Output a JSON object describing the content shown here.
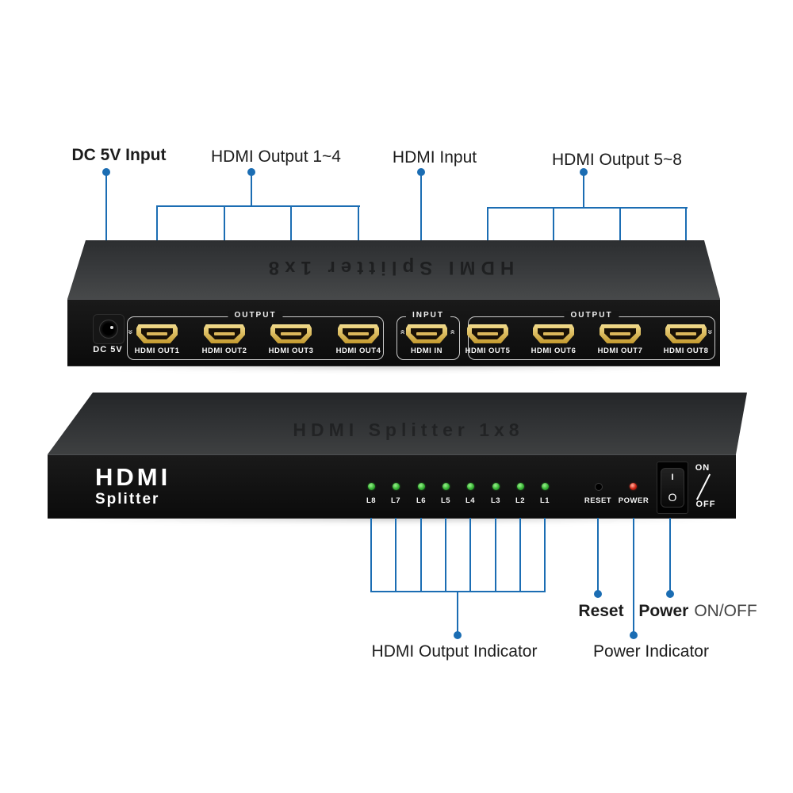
{
  "callouts": {
    "dc_input": "DC 5V Input",
    "hdmi_output_1_4": "HDMI Output 1~4",
    "hdmi_input": "HDMI Input",
    "hdmi_output_5_8": "HDMI Output 5~8",
    "hdmi_output_indicator": "HDMI Output Indicator",
    "reset": "Reset",
    "power": "Power",
    "power_on_off": "ON/OFF",
    "power_indicator": "Power Indicator"
  },
  "back_panel": {
    "top_text": "HDMI Splitter 1x8",
    "dc_label": "DC 5V",
    "output_group_1": {
      "title": "OUTPUT",
      "ports": [
        "HDMI OUT1",
        "HDMI OUT2",
        "HDMI OUT3",
        "HDMI OUT4"
      ]
    },
    "input_group": {
      "title": "INPUT",
      "port": "HDMI IN"
    },
    "output_group_2": {
      "title": "OUTPUT",
      "ports": [
        "HDMI OUT5",
        "HDMI OUT6",
        "HDMI OUT7",
        "HDMI OUT8"
      ]
    }
  },
  "front_panel": {
    "top_text": "HDMI Splitter 1x8",
    "brand_line1": "HDMI",
    "brand_line2": "Splitter",
    "led_labels": [
      "L8",
      "L7",
      "L6",
      "L5",
      "L4",
      "L3",
      "L2",
      "L1"
    ],
    "reset_label": "RESET",
    "power_label": "POWER",
    "switch_on_symbol": "I",
    "switch_off_symbol": "O",
    "switch_on_label": "ON",
    "switch_off_label": "OFF"
  },
  "icons": {
    "double_arrow": "«"
  },
  "colors": {
    "callout_blue": "#1b6db3",
    "led_green": "#35b233",
    "led_red": "#cc2211",
    "hdmi_gold": "#d8b553"
  }
}
